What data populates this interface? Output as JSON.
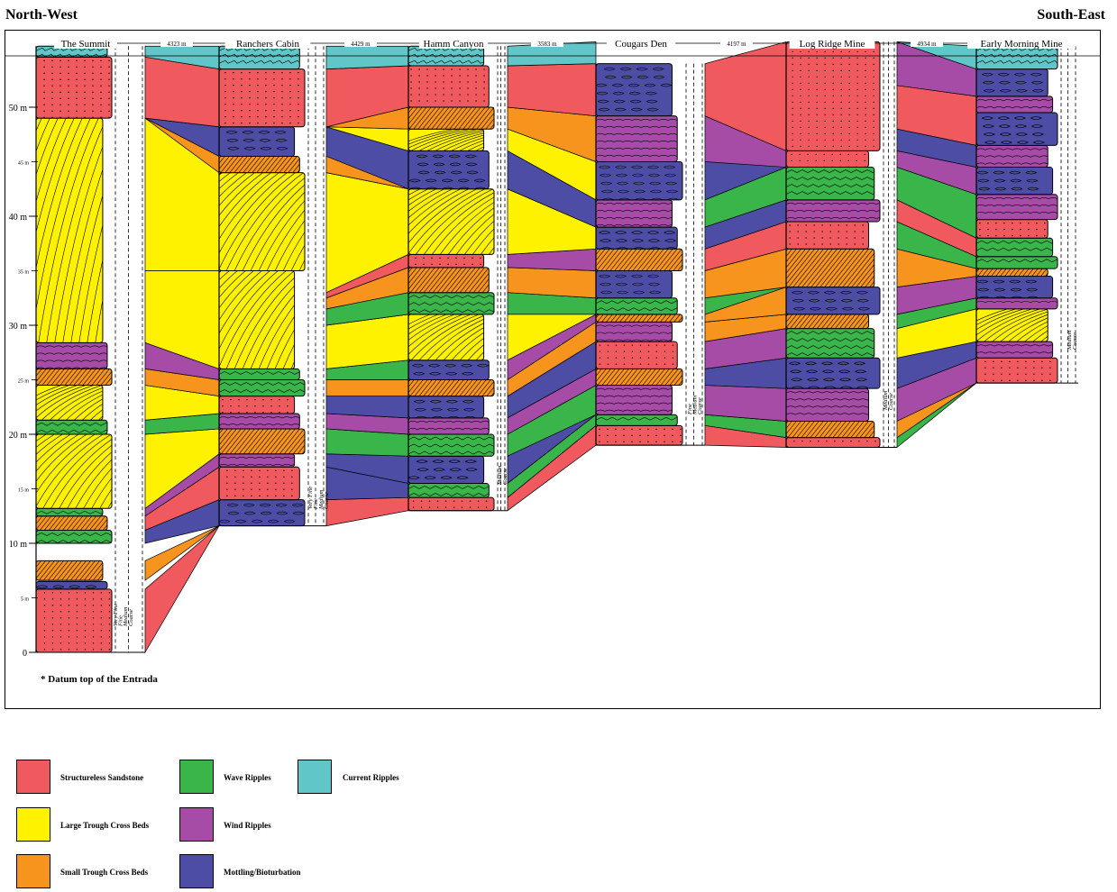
{
  "header": {
    "left": "North-West",
    "right": "South-East"
  },
  "sections": [
    {
      "name": "The Summit"
    },
    {
      "name": "Ranchers Cabin"
    },
    {
      "name": "Hamm Canyon"
    },
    {
      "name": "Cougars Den"
    },
    {
      "name": "Log Ridge Mine"
    },
    {
      "name": "Early Morning Mine"
    }
  ],
  "distances": [
    "4323 m",
    "4429 m",
    "3583 m",
    "4197 m",
    "4934 m"
  ],
  "y_axis": {
    "major": [
      "0",
      "10 m",
      "20 m",
      "30 m",
      "40 m",
      "50 m"
    ],
    "minor": [
      "5 m",
      "15 m",
      "25 m",
      "35 m",
      "45 m"
    ]
  },
  "grain_scale": {
    "summit": [
      "Very Fine",
      "Fine",
      "Medium",
      "Coarse"
    ],
    "ranchers": [
      "Very Fine",
      "Fine",
      "Medium",
      "Coarse"
    ],
    "hamm": [
      "Medium",
      "Coarse"
    ],
    "cougars": [
      "Fine",
      "Medium",
      "Coarse"
    ],
    "logridge": [
      "Medium",
      "Coarse"
    ],
    "morning": [
      "Medium",
      "Coarse"
    ]
  },
  "note": "* Datum top of the Entrada",
  "colors": {
    "structureless": "#f05a5f",
    "large_trough": "#fff200",
    "small_trough": "#f7941d",
    "wave": "#39b54a",
    "wind": "#a64ca6",
    "mottling": "#4d4da6",
    "current": "#61c6c8"
  },
  "legend": [
    {
      "label": "Structureless Sandstone",
      "color": "#f05a5f"
    },
    {
      "label": "Wave Ripples",
      "color": "#39b54a"
    },
    {
      "label": "Current Ripples",
      "color": "#61c6c8"
    },
    {
      "label": "Large Trough Cross Beds",
      "color": "#fff200"
    },
    {
      "label": "Wind Ripples",
      "color": "#a64ca6"
    },
    {
      "label": "Small Trough Cross Beds",
      "color": "#f7941d"
    },
    {
      "label": "Mottling/Bioturbation",
      "color": "#4d4da6"
    }
  ]
}
